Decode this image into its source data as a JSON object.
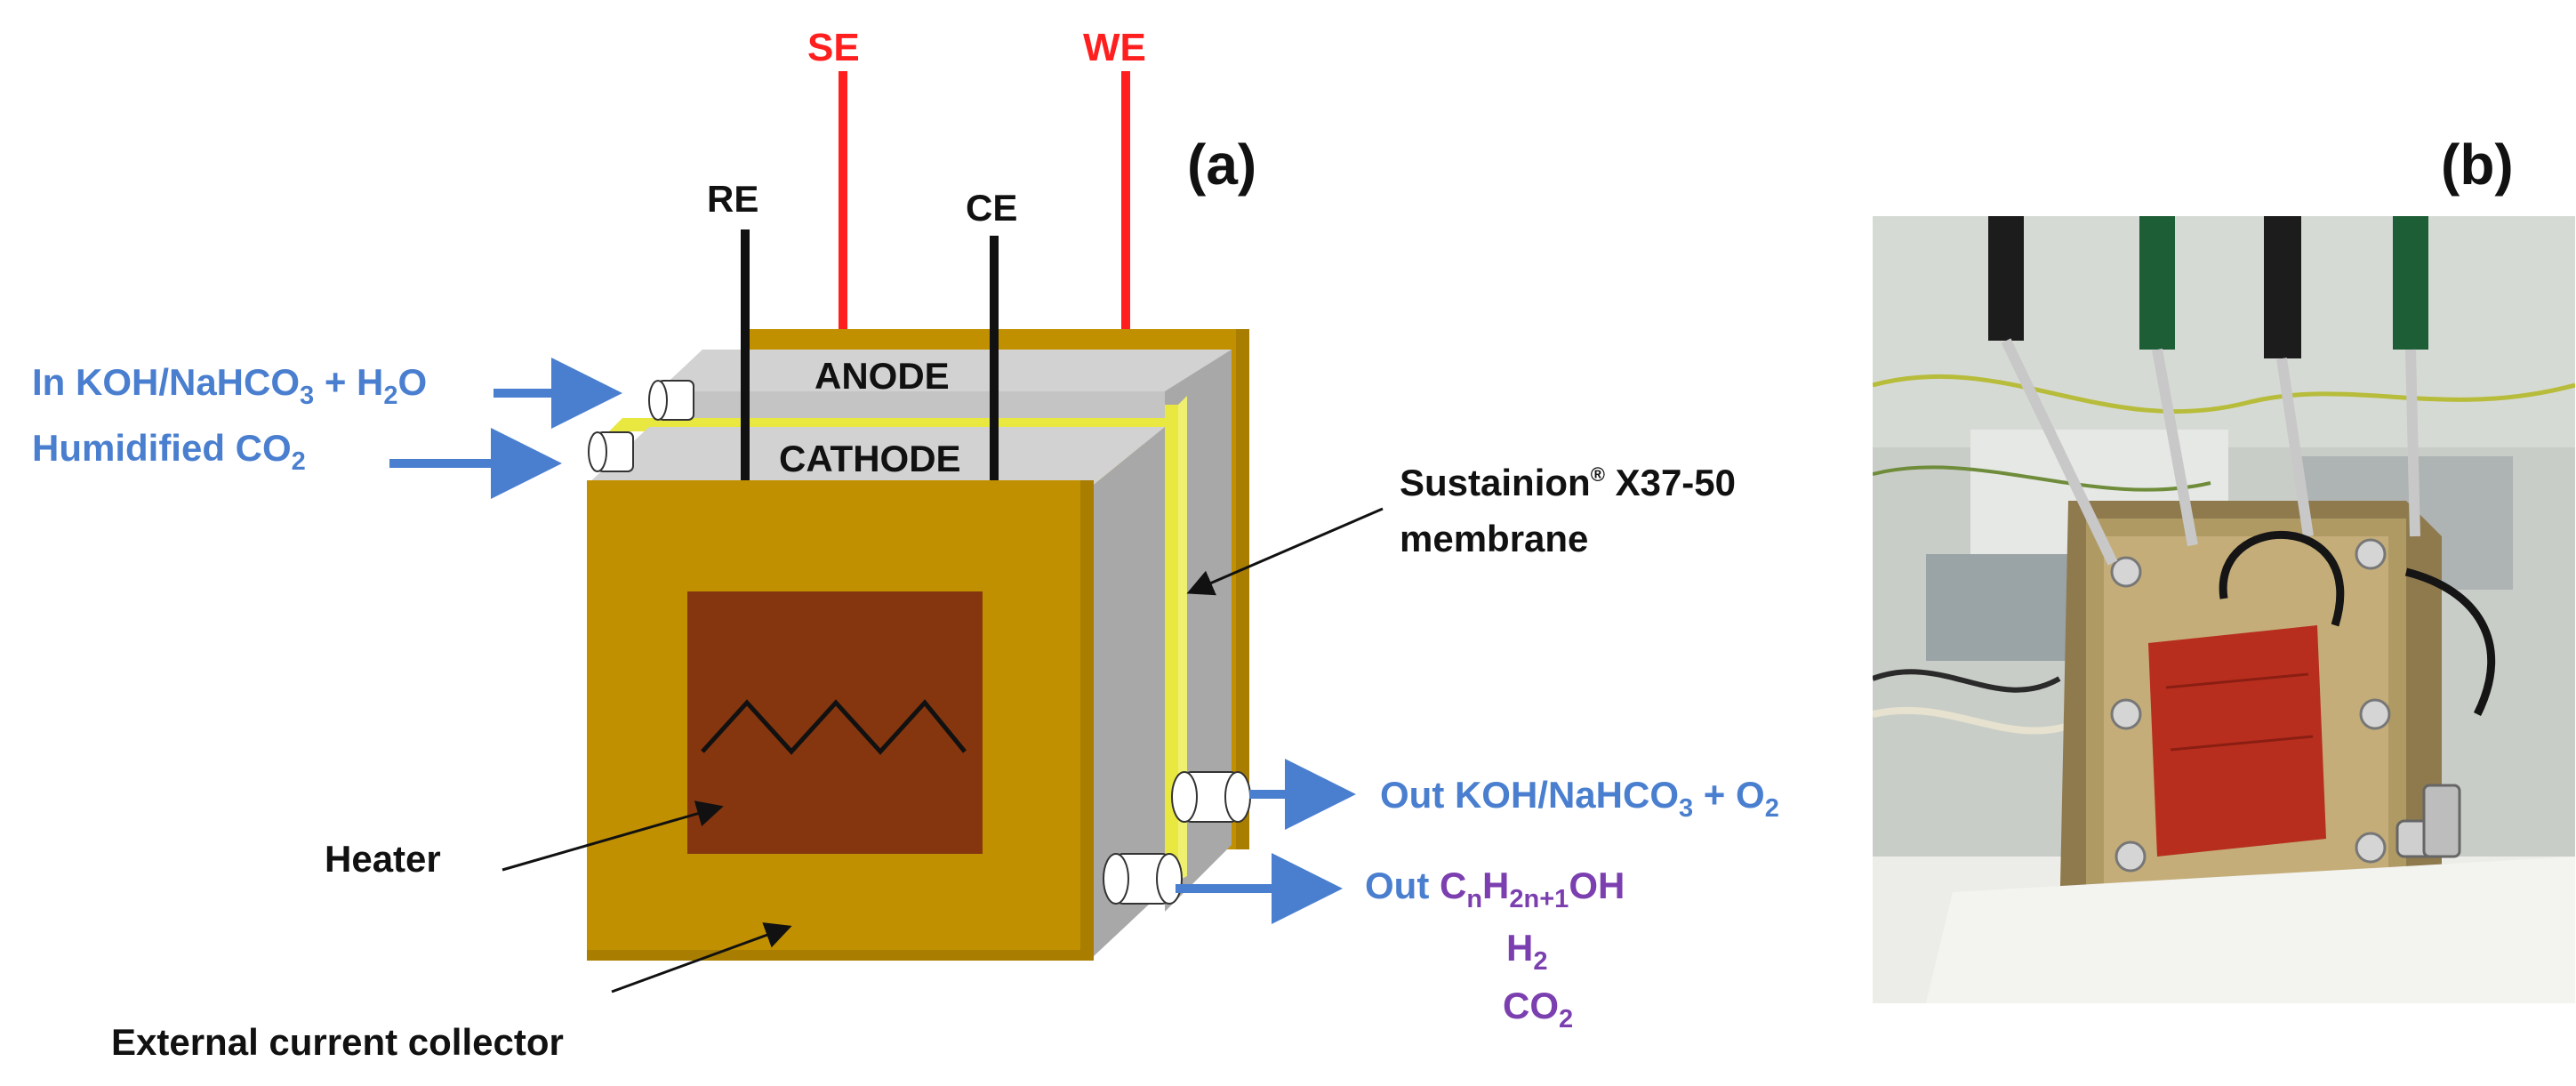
{
  "colors": {
    "electrode_red": "#ff1f1f",
    "wire_black": "#111111",
    "flow_blue": "#4a7fd0",
    "product_purple": "#7b3fb0",
    "collector_gold": "#c19000",
    "heater_brown": "#85360e",
    "plate_gray": "#c8c8c8",
    "membrane_yellow": "#e8e840"
  },
  "panel_a": {
    "label": "(a)",
    "electrodes": {
      "se": "SE",
      "we": "WE",
      "re": "RE",
      "ce": "CE"
    },
    "layers": {
      "anode": "ANODE",
      "cathode": "CATHODE"
    },
    "inlets": {
      "anolyte_prefix": "In KOH/NaHCO",
      "anolyte_sub1": "3",
      "anolyte_mid": " + H",
      "anolyte_sub2": "2",
      "anolyte_suffix": "O",
      "gas_prefix": "Humidified CO",
      "gas_sub": "2"
    },
    "membrane": {
      "line1_a": "Sustainion",
      "line1_sup": "®",
      "line1_b": " X37-50",
      "line2": "membrane"
    },
    "heater": "Heater",
    "collector": "External current collector",
    "outlets": {
      "anolyte_prefix": "Out KOH/NaHCO",
      "anolyte_sub1": "3",
      "anolyte_mid": " + O",
      "anolyte_sub2": "2",
      "cathode_out": "Out ",
      "product1_c": "C",
      "product1_n": "n",
      "product1_h": "H",
      "product1_2n1": "2n+1",
      "product1_oh": "OH",
      "product2": "H",
      "product2_sub": "2",
      "product3": "CO",
      "product3_sub": "2"
    }
  },
  "panel_b": {
    "label": "(b)"
  }
}
